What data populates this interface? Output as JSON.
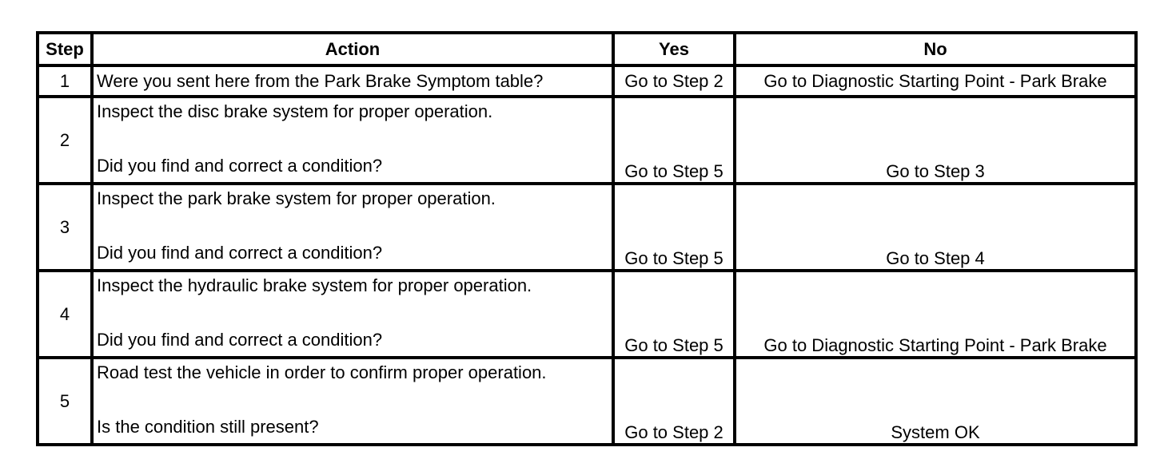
{
  "table": {
    "headers": {
      "step": "Step",
      "action": "Action",
      "yes": "Yes",
      "no": "No"
    },
    "rows": [
      {
        "step": "1",
        "action_line1": "Were you sent here from the Park Brake Symptom table?",
        "action_line2": "",
        "yes": "Go to Step 2",
        "no": "Go to Diagnostic Starting Point - Park Brake"
      },
      {
        "step": "2",
        "action_line1": "Inspect the disc brake system for proper operation.",
        "action_line2": "Did you find and correct a condition?",
        "yes": "Go to Step 5",
        "no": "Go to Step 3"
      },
      {
        "step": "3",
        "action_line1": "Inspect the park brake system for proper operation.",
        "action_line2": "Did you find and correct a condition?",
        "yes": "Go to Step 5",
        "no": "Go to Step 4"
      },
      {
        "step": "4",
        "action_line1": "Inspect the hydraulic brake system for proper operation.",
        "action_line2": "Did you find and correct a condition?",
        "yes": "Go to Step 5",
        "no": "Go to Diagnostic Starting Point - Park Brake"
      },
      {
        "step": "5",
        "action_line1": "Road test the vehicle in order to confirm proper operation.",
        "action_line2": "Is the condition still present?",
        "yes": "Go to Step 2",
        "no": "System OK"
      }
    ]
  }
}
